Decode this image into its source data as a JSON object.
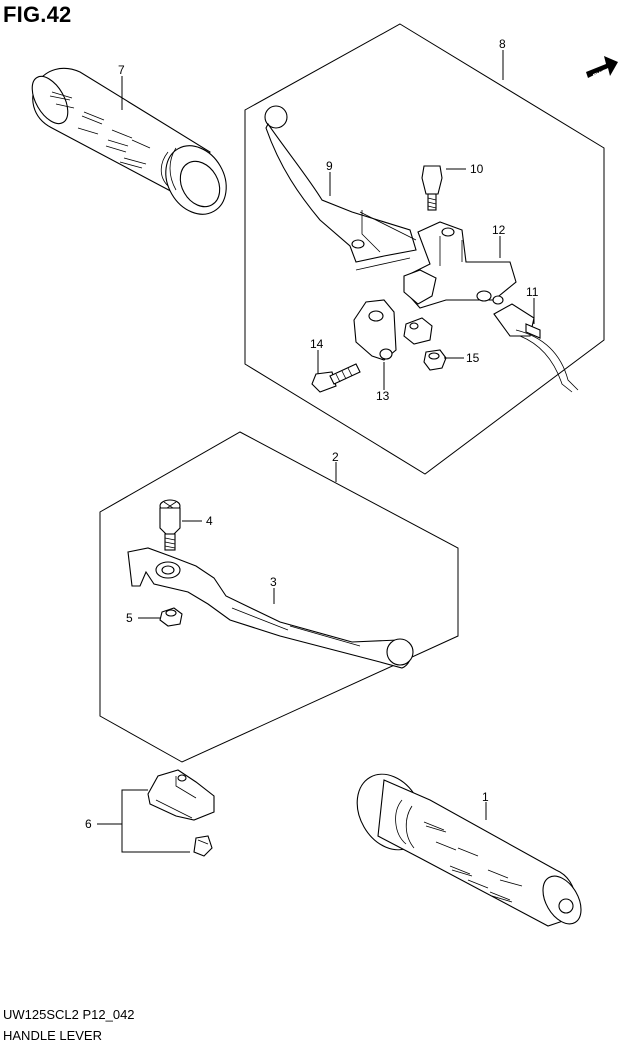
{
  "figure": {
    "title": "FIG.42"
  },
  "footer": {
    "code": "UW125SCL2 P12_042",
    "name": "HANDLE LEVER"
  },
  "fwd_badge": {
    "label": "FWD"
  },
  "callouts": {
    "c1": "1",
    "c2": "2",
    "c3": "3",
    "c4": "4",
    "c5": "5",
    "c6": "6",
    "c7": "7",
    "c8": "8",
    "c9": "9",
    "c10": "10",
    "c11": "11",
    "c12": "12",
    "c13": "13",
    "c14": "14",
    "c15": "15"
  }
}
